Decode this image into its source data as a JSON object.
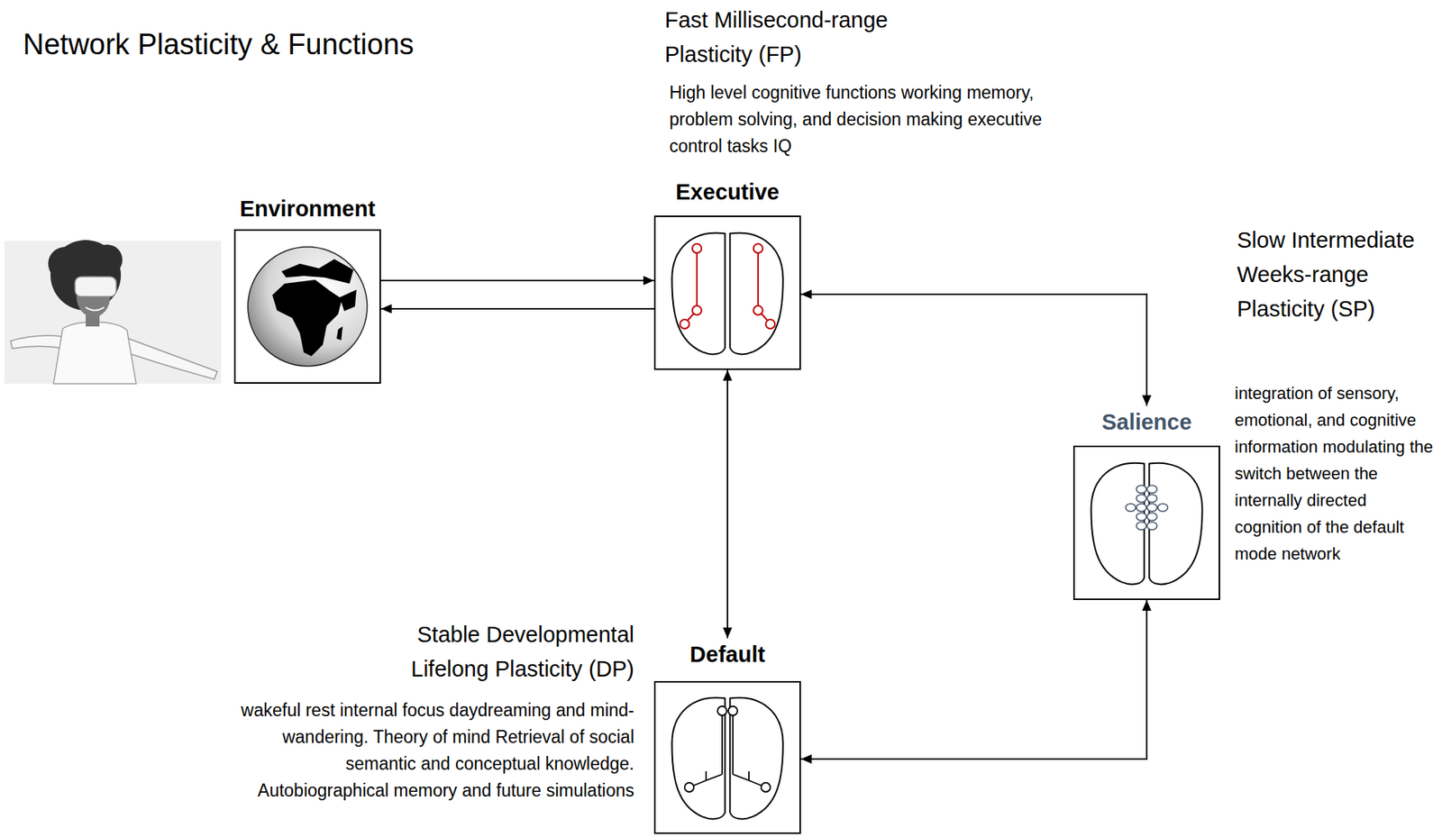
{
  "diagram": {
    "title": "Network Plasticity & Functions",
    "nodes": [
      {
        "text": [
          "Environment"
        ]
      },
      {
        "text": [
          "Executive"
        ]
      },
      {
        "text": [
          "Salience"
        ]
      },
      {
        "text": [
          "Default"
        ]
      }
    ],
    "edges": [
      {
        "from": 0,
        "to": 1,
        "arrow": "to"
      },
      {
        "from": 1,
        "to": 0,
        "arrow": "to"
      },
      {
        "from": 1,
        "to": 2,
        "arrow": "both"
      },
      {
        "from": 1,
        "to": 3,
        "arrow": "both"
      },
      {
        "from": 2,
        "to": 3,
        "arrow": "both"
      }
    ],
    "labels": [
      "Fast Millisecond-range Plasticity (FP)",
      "High level cognitive functions working memory, problem solving, and decision making executive control tasks IQ",
      "Slow Intermediate Weeks-range Plasticity (SP)",
      "integration of sensory, emotional, and cognitive information modulating the switch between the internally directed cognition of the default mode network",
      "Stable Developmental Lifelong Plasticity (DP)",
      "wakeful rest internal focus daydreaming and mind-wandering. Theory of mind Retrieval of social semantic and conceptual knowledge. Autobiographical memory and future simulations"
    ]
  }
}
